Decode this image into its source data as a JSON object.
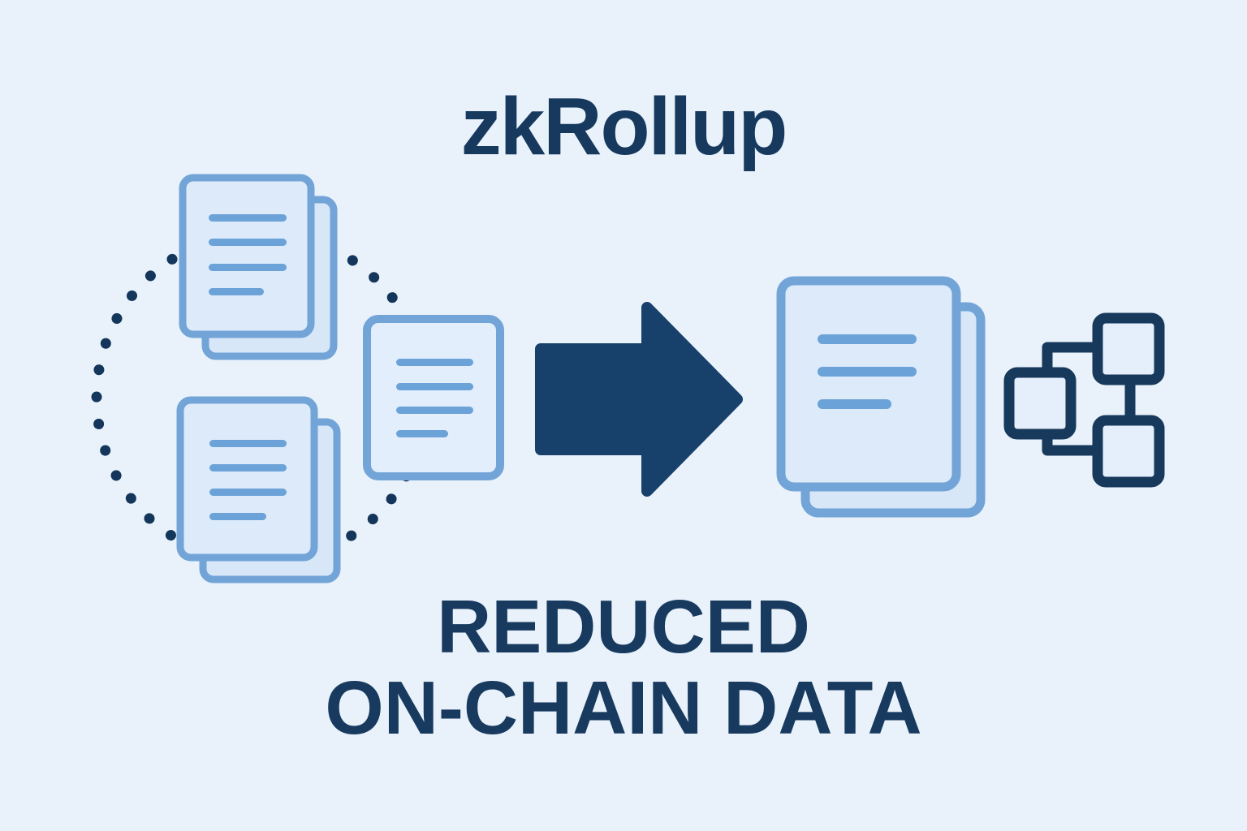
{
  "title": "zkRollup",
  "caption": {
    "line1": "REDUCED",
    "line2": "ON-CHAIN DATA"
  },
  "icons": {
    "left_batch_boundary": "dotted-circle-icon",
    "left_batch_documents": [
      "document-stack-icon",
      "document-stack-icon",
      "document-icon"
    ],
    "flow": "arrow-right-icon",
    "result_document": "document-stack-icon",
    "chain": "network-nodes-icon"
  },
  "colors": {
    "background": "#e9f2fb",
    "navy_text": "#17395e",
    "arrow": "#17406b",
    "dotted_circle": "#14365a",
    "doc_border": "#72a4d8",
    "doc_fill": "#ddeafa",
    "doc_back_fill": "#d7e7f8",
    "doc_text_line": "#6ba2d8",
    "network_stroke": "#16395c",
    "network_node_fill": "#e4effb"
  }
}
